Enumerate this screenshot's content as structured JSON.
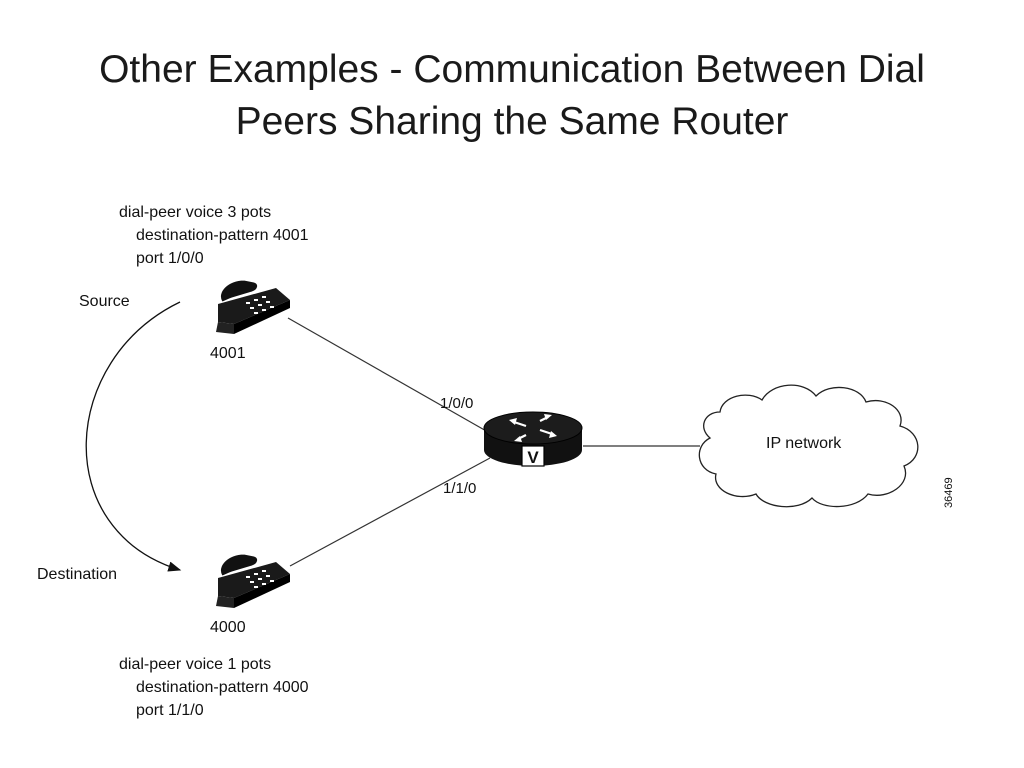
{
  "slide": {
    "title_line1": "Other Examples - Communication Between Dial",
    "title_line2": "Peers Sharing the Same Router"
  },
  "diagram": {
    "dial_peer_top": {
      "line1": "dial-peer voice 3 pots",
      "line2": "destination-pattern 4001",
      "line3": "port 1/0/0"
    },
    "dial_peer_bottom": {
      "line1": "dial-peer voice 1 pots",
      "line2": "destination-pattern 4000",
      "line3": "port 1/1/0"
    },
    "source_label": "Source",
    "destination_label": "Destination",
    "phone_top_number": "4001",
    "phone_bottom_number": "4000",
    "port_top": "1/0/0",
    "port_bottom": "1/1/0",
    "router_mark": "V",
    "cloud_label": "IP network",
    "figure_id": "36469"
  }
}
